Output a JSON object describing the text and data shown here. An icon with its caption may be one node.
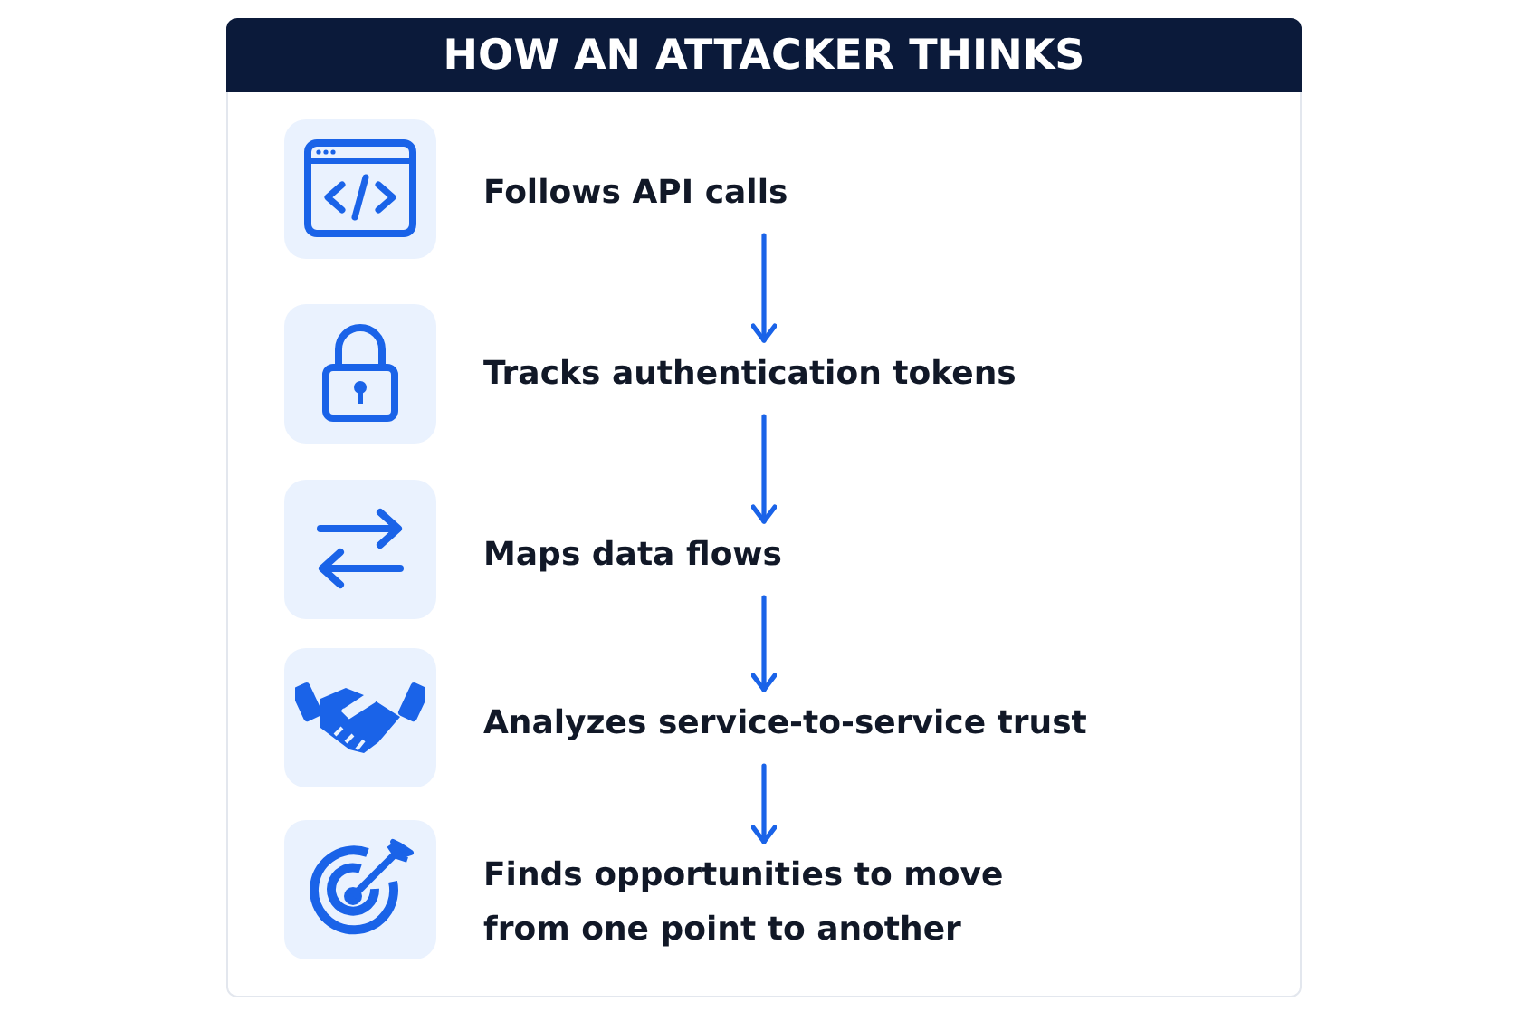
{
  "diagram": {
    "title": "HOW AN ATTACKER THINKS",
    "nodes": [
      {
        "text": [
          "Follows API calls"
        ]
      },
      {
        "text": [
          "Tracks authentication tokens"
        ]
      },
      {
        "text": [
          "Maps data flows"
        ]
      },
      {
        "text": [
          "Analyzes service-to-service trust"
        ]
      },
      {
        "text": [
          "Finds opportunities to move from one point to another"
        ]
      }
    ],
    "edges": [
      {
        "from": 0,
        "to": 1,
        "arrow": "to"
      },
      {
        "from": 1,
        "to": 2,
        "arrow": "to"
      },
      {
        "from": 2,
        "to": 3,
        "arrow": "to"
      },
      {
        "from": 3,
        "to": 4,
        "arrow": "to"
      }
    ]
  }
}
